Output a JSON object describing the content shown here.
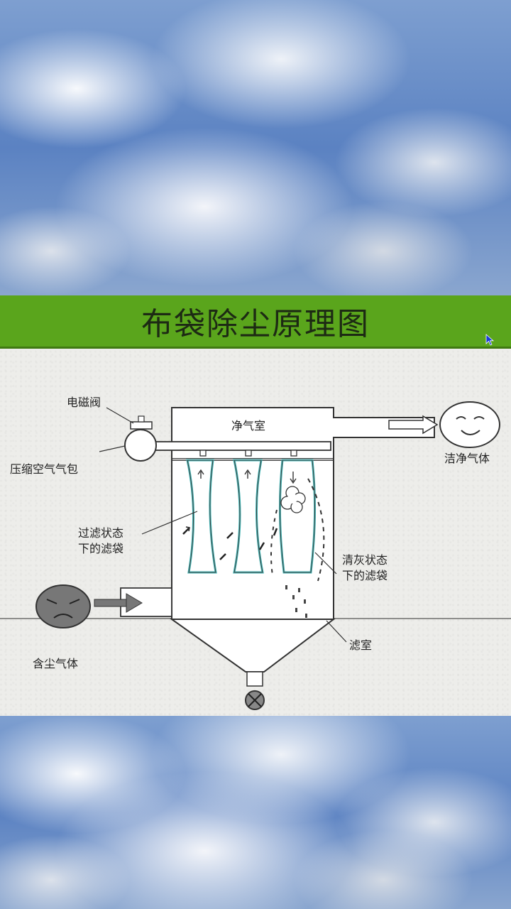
{
  "title": "布袋除尘原理图",
  "labels": {
    "solenoid_valve": "电磁阀",
    "compressed_air_tank": "压缩空气气包",
    "clean_air_chamber": "净气室",
    "clean_gas": "洁净气体",
    "filtering_bag_line1": "过滤状态",
    "filtering_bag_line2": "下的滤袋",
    "cleaning_bag_line1": "清灰状态",
    "cleaning_bag_line2": "下的滤袋",
    "filter_chamber": "滤室",
    "dusty_gas": "含尘气体"
  },
  "icons": {
    "clean_gas": "smiley-face-icon",
    "dusty_gas": "sad-face-icon",
    "cursor": "mouse-pointer-icon"
  },
  "colors": {
    "title_bar": "#5aa51c",
    "bag_outline": "#3fb3b3",
    "cursor": "#1a3bd8"
  }
}
